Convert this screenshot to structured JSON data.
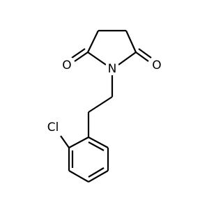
{
  "molecule": {
    "atoms": {
      "o_left": {
        "symbol": "O"
      },
      "n_ring": {
        "symbol": "N"
      },
      "o_right": {
        "symbol": "O"
      },
      "cl": {
        "symbol": "Cl"
      }
    }
  }
}
